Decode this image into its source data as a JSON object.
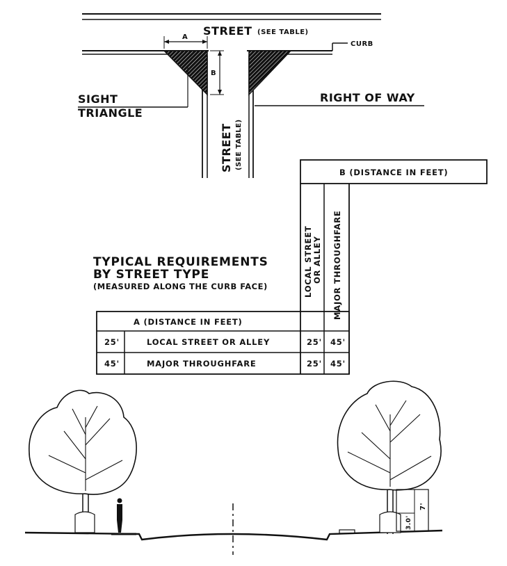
{
  "plan": {
    "street_top": "STREET",
    "street_top_note": "(SEE TABLE)",
    "curb": "CURB",
    "dim_a": "A",
    "dim_b": "B",
    "sight_line1": "SIGHT",
    "sight_line2": "TRIANGLE",
    "right_of_way": "RIGHT OF WAY",
    "street_side": "STREET",
    "street_side_note": "(SEE TABLE)"
  },
  "requirements": {
    "heading_line1": "TYPICAL REQUIREMENTS",
    "heading_line2": "BY STREET TYPE",
    "heading_note": "(MEASURED ALONG THE CURB FACE)",
    "b_header": "B (DISTANCE IN FEET)",
    "b_columns": [
      "LOCAL STREET OR ALLEY",
      "MAJOR THROUGHFARE"
    ],
    "b_column_lines": [
      [
        "LOCAL STREET",
        "OR ALLEY"
      ],
      [
        "MAJOR THROUGHFARE"
      ]
    ],
    "a_header": "A (DISTANCE IN FEET)",
    "rows": [
      {
        "a": "25'",
        "type": "LOCAL STREET OR ALLEY",
        "b_local": "25'",
        "b_major": "45'"
      },
      {
        "a": "45'",
        "type": "MAJOR THROUGHFARE",
        "b_local": "25'",
        "b_major": "45'"
      }
    ]
  },
  "section": {
    "dim_clearance": "7'",
    "dim_height": "3.0'"
  }
}
